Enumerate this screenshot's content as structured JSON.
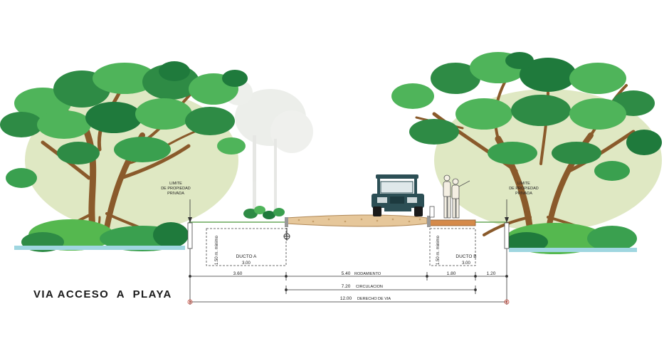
{
  "title": "VIA ACCESO  A  PLAYA",
  "limit_labels": {
    "left": [
      "LIMITE",
      "DE PROPIEDAD",
      "PRIVADA"
    ],
    "right": [
      "LIMITE",
      "DE PROPIEDAD",
      "PRIVADA"
    ]
  },
  "ducts": [
    {
      "name": "DUCTO  A",
      "width": "3.00",
      "depth": "1.50 m. minimo"
    },
    {
      "name": "DUCTO  B",
      "width": "3.00",
      "depth": "1.50 m. minimo"
    }
  ],
  "dimensions": {
    "row1": {
      "left": "3.60",
      "center": "5.40",
      "center_label": "RODAMIENTO",
      "right_a": "1.80",
      "right_b": "1.20"
    },
    "row2": {
      "value": "7.20",
      "label": "CIRCULACION"
    },
    "row3": {
      "value": "12.00",
      "label": "DERECHO DE VIA"
    }
  },
  "colors": {
    "foliage_dark": "#1f7a3c",
    "foliage_light": "#4fb45a",
    "trunk": "#8a5a2b",
    "backdrop": "#d9e4b8",
    "pavement": "#e6c79a",
    "sidewalk": "#d58a4a",
    "jeep": "#2c4f55"
  }
}
